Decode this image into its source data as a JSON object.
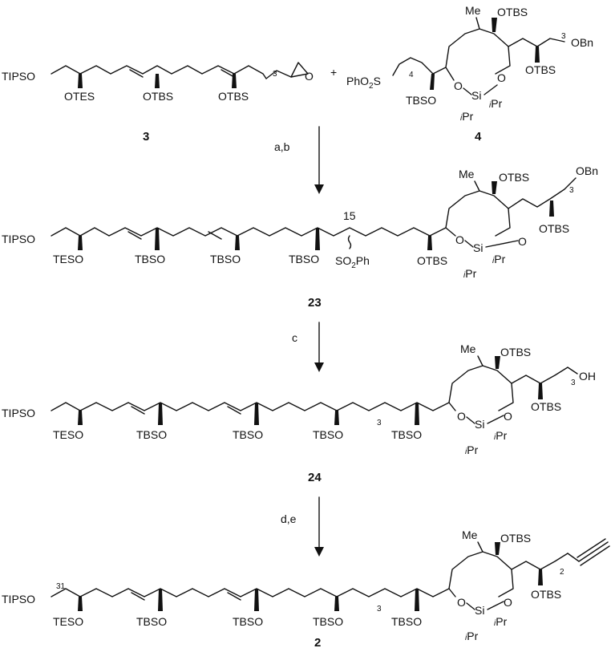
{
  "groups": {
    "tips": "TIPSO",
    "otes": "OTES",
    "tes_o": "TESO",
    "otbs": "OTBS",
    "tbs_o": "TBSO",
    "me": "Me",
    "obn": "OBn",
    "oh": "OH",
    "o": "O",
    "si": "Si",
    "ipr": "iPr",
    "i": "i",
    "pr": "Pr",
    "pho2s": "PhO2S",
    "so2ph": "SO2Ph",
    "plus": "+"
  },
  "subscripts": {
    "three": "3",
    "four": "4",
    "two": "2"
  },
  "compounds": {
    "c3": "3",
    "c4": "4",
    "c23": "23",
    "c24": "24",
    "c2": "2"
  },
  "locants": {
    "c15": "15",
    "c31": "31"
  },
  "conditions": {
    "step1": "a,b",
    "step2": "c",
    "step3": "d,e"
  }
}
